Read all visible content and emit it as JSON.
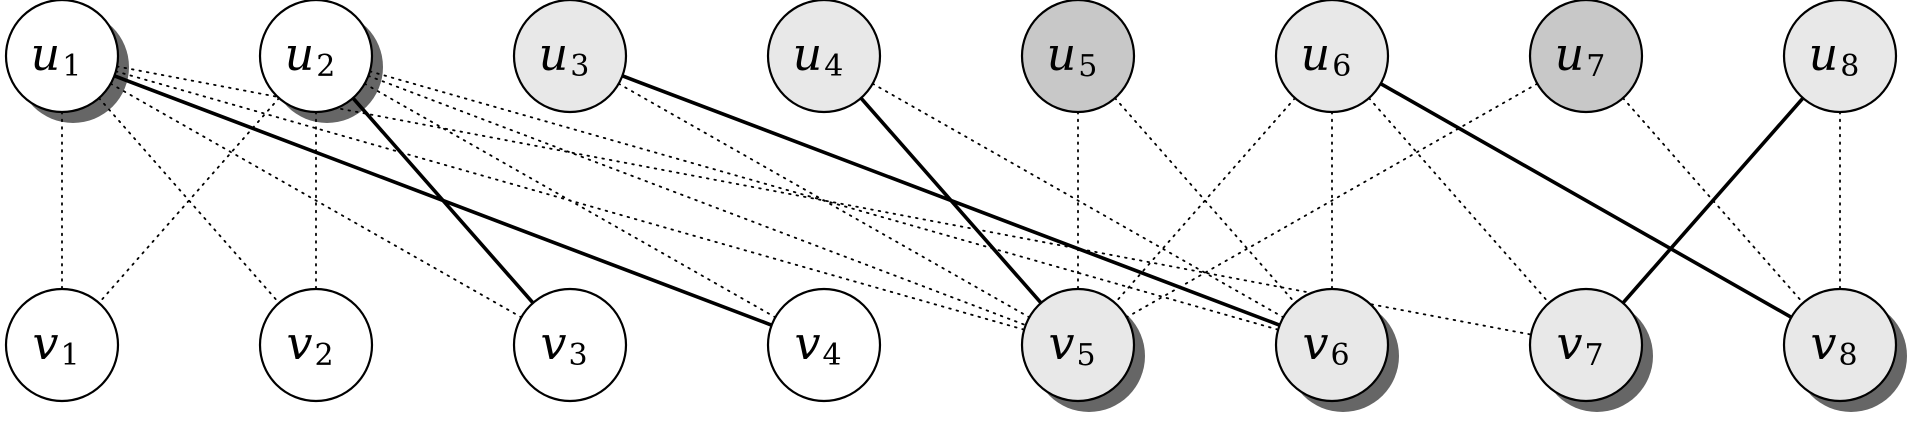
{
  "graph": {
    "top_row": [
      {
        "id": "u1",
        "base": "u",
        "sub": "1",
        "fill": "#ffffff",
        "shadow": true
      },
      {
        "id": "u2",
        "base": "u",
        "sub": "2",
        "fill": "#ffffff",
        "shadow": true
      },
      {
        "id": "u3",
        "base": "u",
        "sub": "3",
        "fill": "#e8e8e8",
        "shadow": false
      },
      {
        "id": "u4",
        "base": "u",
        "sub": "4",
        "fill": "#e8e8e8",
        "shadow": false
      },
      {
        "id": "u5",
        "base": "u",
        "sub": "5",
        "fill": "#c8c8c8",
        "shadow": false
      },
      {
        "id": "u6",
        "base": "u",
        "sub": "6",
        "fill": "#e8e8e8",
        "shadow": false
      },
      {
        "id": "u7",
        "base": "u",
        "sub": "7",
        "fill": "#c8c8c8",
        "shadow": false
      },
      {
        "id": "u8",
        "base": "u",
        "sub": "8",
        "fill": "#e8e8e8",
        "shadow": false
      }
    ],
    "bottom_row": [
      {
        "id": "v1",
        "base": "v",
        "sub": "1",
        "fill": "#ffffff",
        "shadow": false
      },
      {
        "id": "v2",
        "base": "v",
        "sub": "2",
        "fill": "#ffffff",
        "shadow": false
      },
      {
        "id": "v3",
        "base": "v",
        "sub": "3",
        "fill": "#ffffff",
        "shadow": false
      },
      {
        "id": "v4",
        "base": "v",
        "sub": "4",
        "fill": "#ffffff",
        "shadow": false
      },
      {
        "id": "v5",
        "base": "v",
        "sub": "5",
        "fill": "#e8e8e8",
        "shadow": true
      },
      {
        "id": "v6",
        "base": "v",
        "sub": "6",
        "fill": "#e8e8e8",
        "shadow": true
      },
      {
        "id": "v7",
        "base": "v",
        "sub": "7",
        "fill": "#e8e8e8",
        "shadow": true
      },
      {
        "id": "v8",
        "base": "v",
        "sub": "8",
        "fill": "#e8e8e8",
        "shadow": true
      }
    ],
    "matching_edges": [
      [
        "u1",
        "v4"
      ],
      [
        "u2",
        "v3"
      ],
      [
        "u3",
        "v6"
      ],
      [
        "u4",
        "v5"
      ],
      [
        "u6",
        "v8"
      ],
      [
        "u8",
        "v7"
      ]
    ],
    "dotted_edges": [
      [
        "u1",
        "v1"
      ],
      [
        "u1",
        "v2"
      ],
      [
        "u1",
        "v3"
      ],
      [
        "u1",
        "v5"
      ],
      [
        "u1",
        "v7"
      ],
      [
        "u2",
        "v1"
      ],
      [
        "u2",
        "v2"
      ],
      [
        "u2",
        "v4"
      ],
      [
        "u2",
        "v5"
      ],
      [
        "u2",
        "v6"
      ],
      [
        "u3",
        "v5"
      ],
      [
        "u4",
        "v6"
      ],
      [
        "u5",
        "v5"
      ],
      [
        "u5",
        "v6"
      ],
      [
        "u6",
        "v5"
      ],
      [
        "u6",
        "v6"
      ],
      [
        "u6",
        "v7"
      ],
      [
        "u7",
        "v5"
      ],
      [
        "u7",
        "v8"
      ],
      [
        "u8",
        "v8"
      ]
    ],
    "colors": {
      "stroke": "#000000",
      "shadow": "#666666"
    }
  }
}
